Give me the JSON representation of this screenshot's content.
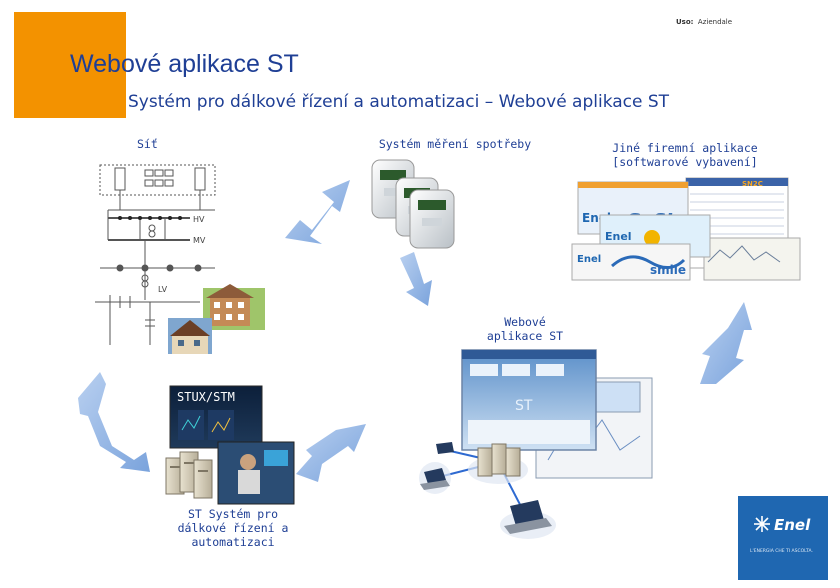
{
  "header": {
    "use_label": "Uso:",
    "use_value": "Aziendale",
    "title": "Webové aplikace ST",
    "subtitle": "Systém pro dálkové řízení a automatizaci – Webové aplikace ST"
  },
  "nodes": {
    "grid": {
      "label": "Síť",
      "hv": "HV",
      "mv": "MV",
      "lv": "LV"
    },
    "meter": {
      "label": "Systém měření spotřeby"
    },
    "other_apps": {
      "label_line1": "Jiné firemní aplikace",
      "label_line2": "[softwarové vybavení]",
      "logo_text": "Enel",
      "app1": "GeSI",
      "app2": "smile",
      "app3": "SN2C"
    },
    "web_apps": {
      "label_line1": "Webové",
      "label_line2": "aplikace ST"
    },
    "stux": {
      "label": "STUX/STM"
    },
    "st_system": {
      "label_line1": "ST Systém pro",
      "label_line2": "dálkové řízení a",
      "label_line3": "automatizaci"
    }
  },
  "brand": {
    "logo_text": "Enel",
    "tagline": "L'ENERGIA CHE TI ASCOLTA."
  },
  "colors": {
    "orange": "#f39200",
    "title_blue": "#1f3f95",
    "arrow_blue": "#8fb3e3",
    "enel_blue": "#1f67b1"
  }
}
